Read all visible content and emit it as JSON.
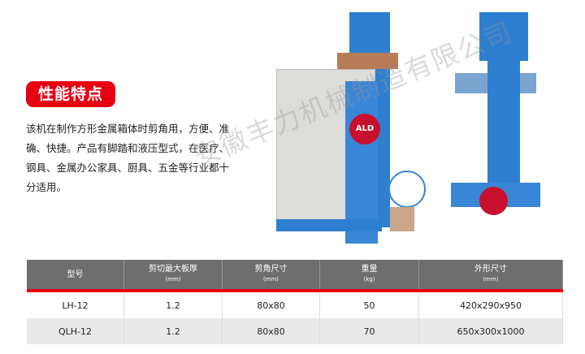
{
  "badge": "性能特点",
  "description": "该机在制作方形金属箱体时剪角用，方便、准确、快捷。产品有脚踏和液压型式，在医疗、钢具、金属办公家具、厨具、五金等行业都十分适用。",
  "watermark": "安徽丰力机械制造有限公司",
  "logo_text": "ALD",
  "table": {
    "headers": [
      {
        "label": "型号",
        "unit": ""
      },
      {
        "label": "剪切最大板厚",
        "unit": "(mm)"
      },
      {
        "label": "剪角尺寸",
        "unit": "(mm)"
      },
      {
        "label": "重量",
        "unit": "(kg)"
      },
      {
        "label": "外形尺寸",
        "unit": "(mm)"
      }
    ],
    "rows": [
      [
        "LH-12",
        "1.2",
        "80x80",
        "50",
        "420x290x950"
      ],
      [
        "QLH-12",
        "1.2",
        "80x80",
        "70",
        "650x300x1000"
      ]
    ]
  }
}
